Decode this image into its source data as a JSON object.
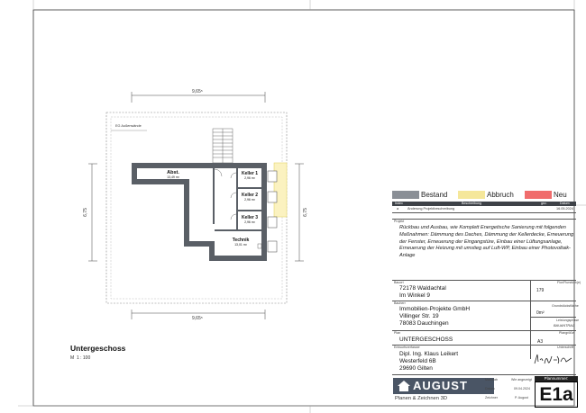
{
  "plan": {
    "dimension_top": "9,65⁵",
    "dimension_bottom": "9,65⁵",
    "dimension_left": "6,75",
    "dimension_right": "6,75",
    "eg_label": "EG Außenwände",
    "rooms": [
      {
        "name": "Abst.",
        "area": "13,49 m²"
      },
      {
        "name": "Keller 1",
        "area": "2,96 m²"
      },
      {
        "name": "Keller 2",
        "area": "2,96 m²"
      },
      {
        "name": "Keller 3",
        "area": "2,96 m²"
      },
      {
        "name": "Technik",
        "area": "13,01 m²"
      }
    ],
    "floor_title": "Untergeschoss",
    "scale": "M  1 : 100"
  },
  "legend": {
    "items": [
      {
        "label": "Bestand",
        "color": "#8a8f96"
      },
      {
        "label": "Abbruch",
        "color": "#f5e79a"
      },
      {
        "label": "Neu",
        "color": "#f06c6c"
      }
    ]
  },
  "revision": {
    "headers": [
      "Index",
      "Beschreibung",
      "gez.",
      "Datum"
    ],
    "row": [
      "a",
      "Änderung Projektbeschreibung",
      "",
      "16.05.2024"
    ]
  },
  "project": {
    "label": "Projekt",
    "text": "Rückbau und Ausbau, wie Komplett Energetische Sanierung mit folgenden Maßnahmen: Dämmung des Daches, Dämmung der Kellerdecke, Erneuerung der Fenster, Erneuerung der Eingangstüre, Einbau einer Lüftungsanlage, Erneuerung der Heizung mit umstieg auf Luft-WP, Einbau einer Photovoltaik-Anlage"
  },
  "bauort": {
    "label": "Bauort",
    "line1": "72178 Waldachtal",
    "line2": "Im Winkel 9",
    "flst_label": "Flur/Flurstück(e)",
    "flst_value": "179"
  },
  "bauherr": {
    "label": "Bauherr",
    "line1": "Immobilien-Projekte GmbH",
    "line2": "Villinger Str. 19",
    "line3": "78083 Dauchingen",
    "gfl_label": "Grundstücksfläche",
    "gfl_value": "0m²",
    "leistung_label": "Leistungsphase",
    "leistung_value": "BAUANTRAG"
  },
  "plan_info": {
    "label": "Plan",
    "value": "UNTERGESCHOSS",
    "format_label": "Plangröße",
    "format_value": "A3"
  },
  "verfasser": {
    "label": "Entwurfsverfasser",
    "line1": "Dipl. Ing. Klaus Leikert",
    "line2": "Westerfeld 6B",
    "line3": "29690 Gilten",
    "sign_label": "Unterschrift"
  },
  "footer": {
    "logo": "AUGUST",
    "slogan": "Planen & Zeichnen 3D",
    "massstab_label": "Maßstab",
    "massstab_value": "Wie angezeigt",
    "datum_label": "Datum",
    "datum_value": "09.04.2024",
    "zeichner_label": "Zeichner",
    "zeichner_value": "P. August",
    "plannummer_label": "Plannummer:",
    "plannummer_value": "E1a"
  }
}
